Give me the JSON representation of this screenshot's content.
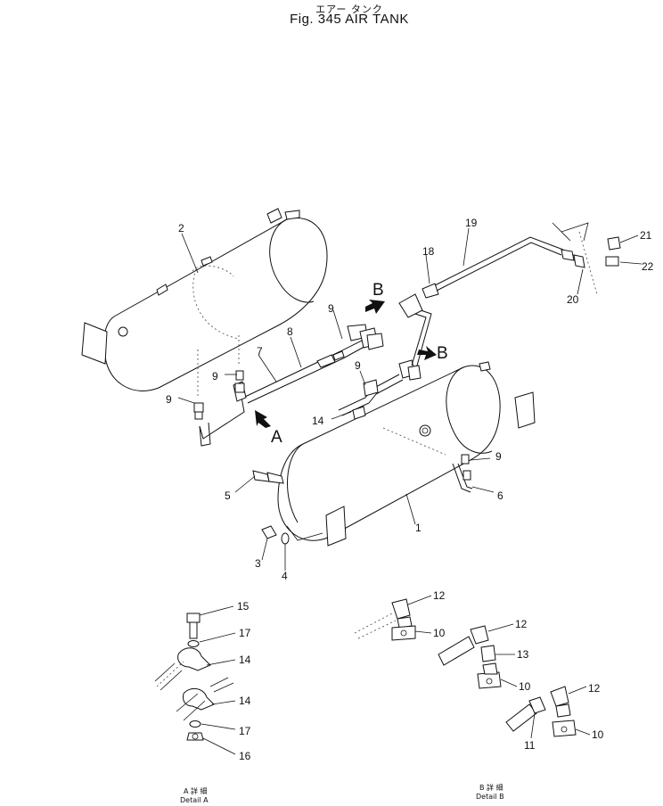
{
  "title": {
    "japanese": "エアー タンク",
    "english": "Fig. 345  AIR  TANK"
  },
  "view_labels": {
    "a_upper": "A",
    "b_upper_1": "B",
    "b_upper_2": "B"
  },
  "part_labels": {
    "p1": "1",
    "p2": "2",
    "p3": "3",
    "p4": "4",
    "p5": "5",
    "p6": "6",
    "p7": "7",
    "p8": "8",
    "p9a": "9",
    "p9b": "9",
    "p9c": "9",
    "p9d": "9",
    "p9e": "9",
    "p14a": "14",
    "p18": "18",
    "p19": "19",
    "p20": "20",
    "p21": "21",
    "p22": "22",
    "p15": "15",
    "p17a": "17",
    "p14b": "14",
    "p14c": "14",
    "p17b": "17",
    "p16": "16",
    "p12a": "12",
    "p10a": "10",
    "p12b": "12",
    "p13": "13",
    "p10b": "10",
    "p12c": "12",
    "p11": "11",
    "p10c": "10"
  },
  "details": {
    "a_jp": "A 詳 細",
    "a_en": "Detail  A",
    "b_jp": "B 詳 細",
    "b_en": "Detail  B"
  },
  "colors": {
    "ink": "#111111",
    "paper": "#ffffff"
  }
}
